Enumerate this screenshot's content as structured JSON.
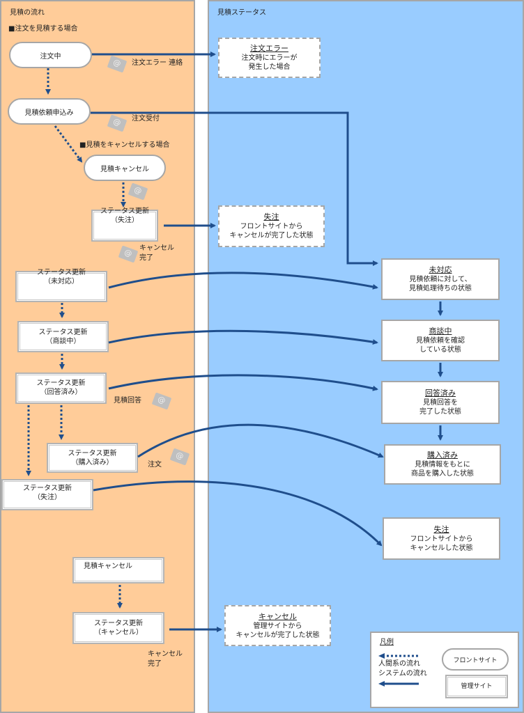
{
  "lanes": {
    "left_title": "見積の流れ",
    "right_title": "見積ステータス"
  },
  "headings": {
    "order_estimate": "■注文を見積する場合",
    "cancel_estimate": "■見積をキャンセルする場合"
  },
  "front_nodes": {
    "ordering": "注文中",
    "estimate_request": "見積依頼申込み",
    "estimate_cancel": "見積キャンセル"
  },
  "admin_nodes": {
    "status_lost_front": [
      "ステータス更新",
      "（失注）"
    ],
    "status_unhandled": [
      "ステータス更新",
      "（未対応）"
    ],
    "status_negotiating": [
      "ステータス更新",
      "（商談中）"
    ],
    "status_answered": [
      "ステータス更新",
      "（回答済み）"
    ],
    "status_purchased": [
      "ステータス更新",
      "（購入済み）"
    ],
    "status_lost": [
      "ステータス更新",
      "（失注）"
    ],
    "estimate_cancel": "見積キャンセル",
    "status_cancel": [
      "ステータス更新",
      "（キャンセル）"
    ]
  },
  "mail_labels": {
    "order_error": "注文エラー 連絡",
    "order_received": "注文受付",
    "cancel_done": [
      "キャンセル",
      "完了"
    ],
    "estimate_answer": "見積回答",
    "order": "注文",
    "cancel_done_admin": [
      "キャンセル",
      "完了"
    ]
  },
  "states": [
    {
      "id": "order-error",
      "title": "注文エラー",
      "lines": [
        "注文時にエラーが",
        "発生した場合"
      ],
      "dashed": true
    },
    {
      "id": "lost-front",
      "title": "失注",
      "lines": [
        "フロントサイトから",
        "キャンセルが完了した状態"
      ],
      "dashed": true
    },
    {
      "id": "unhandled",
      "title": "未対応",
      "lines": [
        "見積依頼に対して、",
        "見積処理待ちの状態"
      ],
      "dashed": false
    },
    {
      "id": "negotiating",
      "title": "商談中",
      "lines": [
        "見積依頼を確認",
        "している状態"
      ],
      "dashed": false
    },
    {
      "id": "answered",
      "title": "回答済み",
      "lines": [
        "見積回答を",
        "完了した状態"
      ],
      "dashed": false
    },
    {
      "id": "purchased",
      "title": "購入済み",
      "lines": [
        "見積情報をもとに",
        "商品を購入した状態"
      ],
      "dashed": false
    },
    {
      "id": "lost",
      "title": "失注",
      "lines": [
        "フロントサイトから",
        "キャンセルした状態"
      ],
      "dashed": false
    },
    {
      "id": "cancel",
      "title": "キャンセル",
      "lines": [
        "管理サイトから",
        "キャンセルが完了した状態"
      ],
      "dashed": true
    }
  ],
  "legend": {
    "title": "凡例",
    "human_flow": "人間系の流れ",
    "system_flow": "システムの流れ",
    "front_site": "フロントサイト",
    "admin_site": "管理サイト"
  },
  "colors": {
    "left_lane": "#ffcc99",
    "right_lane": "#99ccff",
    "arrow": "#1f4e8c",
    "border": "#a6a6a6"
  }
}
